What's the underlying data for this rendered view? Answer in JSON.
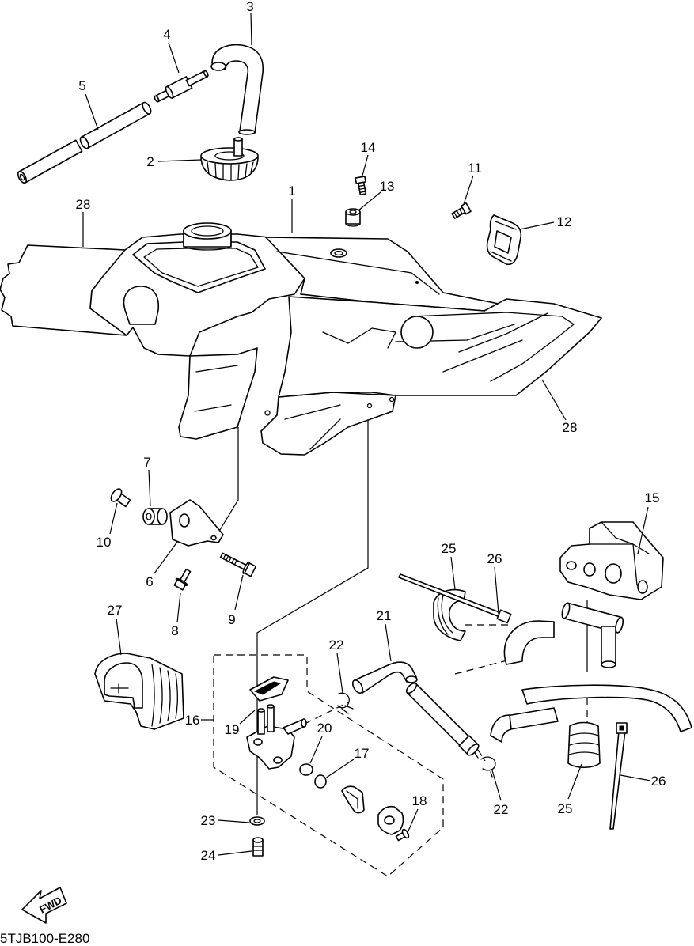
{
  "colors": {
    "ink": "#000000",
    "paper": "#ffffff"
  },
  "callouts": [
    "3",
    "4",
    "5",
    "2",
    "14",
    "13",
    "11",
    "1",
    "28",
    "12",
    "28",
    "7",
    "10",
    "6",
    "9",
    "8",
    "15",
    "25",
    "26",
    "27",
    "21",
    "22",
    "16",
    "19",
    "20",
    "17",
    "22",
    "25",
    "26",
    "18",
    "23",
    "24"
  ],
  "fwd_label": "FWD",
  "diagram_code": "5TJB100-E280"
}
